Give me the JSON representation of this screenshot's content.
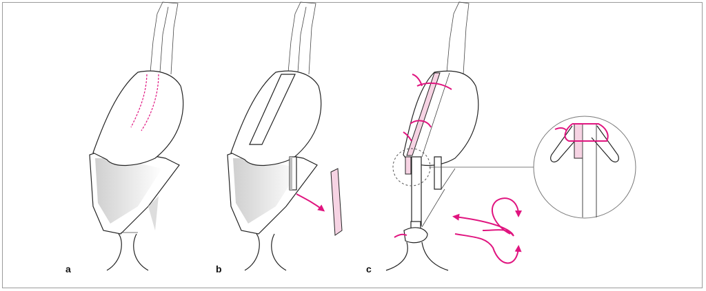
{
  "panels": [
    {
      "label": "a"
    },
    {
      "label": "b"
    },
    {
      "label": "c"
    }
  ],
  "colors": {
    "accent": "#e0147f",
    "splint": "#f6d3e3",
    "frame": "#9a9a9a"
  }
}
